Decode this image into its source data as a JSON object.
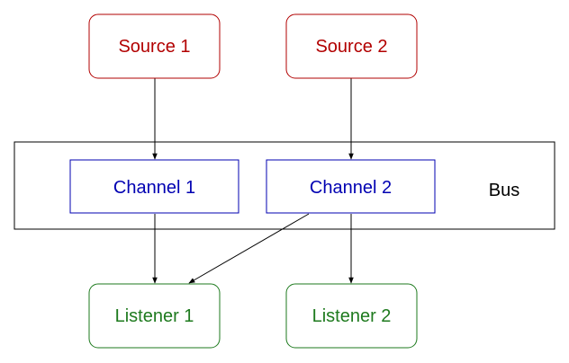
{
  "diagram": {
    "sources": [
      {
        "label": "Source 1",
        "color": "#b20000",
        "fill": "#ffffff"
      },
      {
        "label": "Source 2",
        "color": "#b20000",
        "fill": "#ffffff"
      }
    ],
    "bus": {
      "label": "Bus"
    },
    "channels": [
      {
        "label": "Channel 1",
        "color": "#0000b2"
      },
      {
        "label": "Channel 2",
        "color": "#0000b2"
      }
    ],
    "listeners": [
      {
        "label": "Listener 1",
        "color": "#1e7a1e"
      },
      {
        "label": "Listener 2",
        "color": "#1e7a1e"
      }
    ],
    "edges": [
      {
        "from": "Source 1",
        "to": "Channel 1"
      },
      {
        "from": "Source 2",
        "to": "Channel 2"
      },
      {
        "from": "Channel 1",
        "to": "Listener 1"
      },
      {
        "from": "Channel 2",
        "to": "Listener 1"
      },
      {
        "from": "Channel 2",
        "to": "Listener 2"
      }
    ]
  }
}
